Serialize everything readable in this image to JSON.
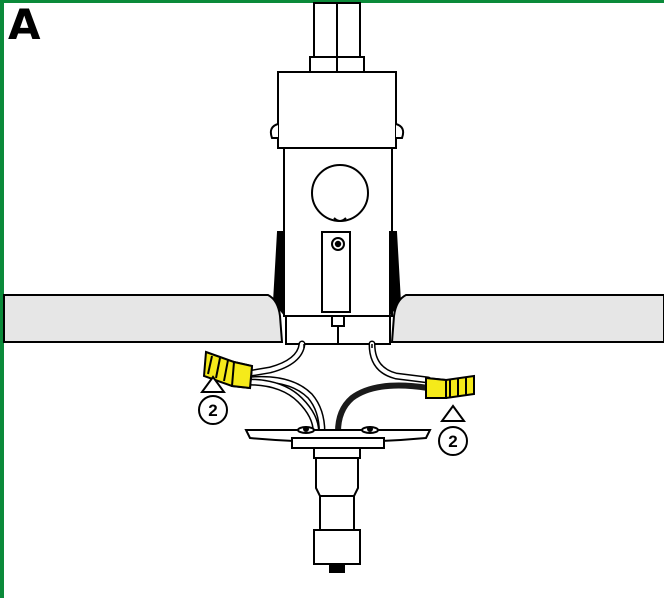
{
  "figure": {
    "step_label": "A",
    "callouts": [
      {
        "id": "left",
        "number": "2"
      },
      {
        "id": "right",
        "number": "2"
      }
    ]
  },
  "colors": {
    "frame": "#0b8a3a",
    "ceiling": "#e6e6e6",
    "wire_nut": "#f5ea1a",
    "wire_hot": "#1a1a1a",
    "line": "#000000"
  },
  "icons": [
    "wire-nut-icon",
    "arrow-up-icon"
  ]
}
